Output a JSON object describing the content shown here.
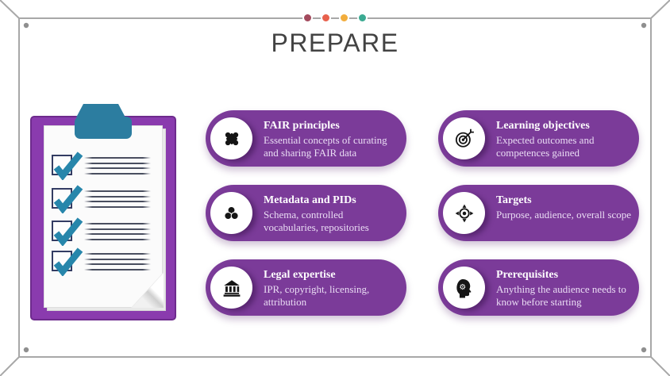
{
  "slide": {
    "title": "PREPARE",
    "decor_dots": [
      {
        "name": "dot-maroon",
        "color": "#a34a5d"
      },
      {
        "name": "dot-coral",
        "color": "#e8614d"
      },
      {
        "name": "dot-amber",
        "color": "#f2ad3c"
      },
      {
        "name": "dot-teal",
        "color": "#3baa92"
      }
    ]
  },
  "cards": [
    {
      "icon": "puzzle-icon",
      "title": "FAIR principles",
      "description": "Essential concepts of curating and sharing FAIR data"
    },
    {
      "icon": "target-arrow-icon",
      "title": "Learning objectives",
      "description": "Expected outcomes and competences gained"
    },
    {
      "icon": "cluster-icon",
      "title": "Metadata and PIDs",
      "description": "Schema, controlled vocabularies, repositories"
    },
    {
      "icon": "crosshair-target-icon",
      "title": "Targets",
      "description": "Purpose, audience, overall scope"
    },
    {
      "icon": "bank-icon",
      "title": "Legal expertise",
      "description": "IPR, copyright, licensing, attribution"
    },
    {
      "icon": "head-gear-icon",
      "title": "Prerequisites",
      "description": "Anything the audience needs to know before starting"
    }
  ],
  "clipboard": {
    "checked_items": 4
  },
  "colors": {
    "card_purple": "#7b3b99",
    "clipboard_purple": "#8a3bae",
    "clip_teal": "#2c7da0",
    "check_teal": "#2786ab",
    "checkbox_navy": "#333c63",
    "frame_gray": "#a8a8a8",
    "title_gray": "#434343"
  }
}
